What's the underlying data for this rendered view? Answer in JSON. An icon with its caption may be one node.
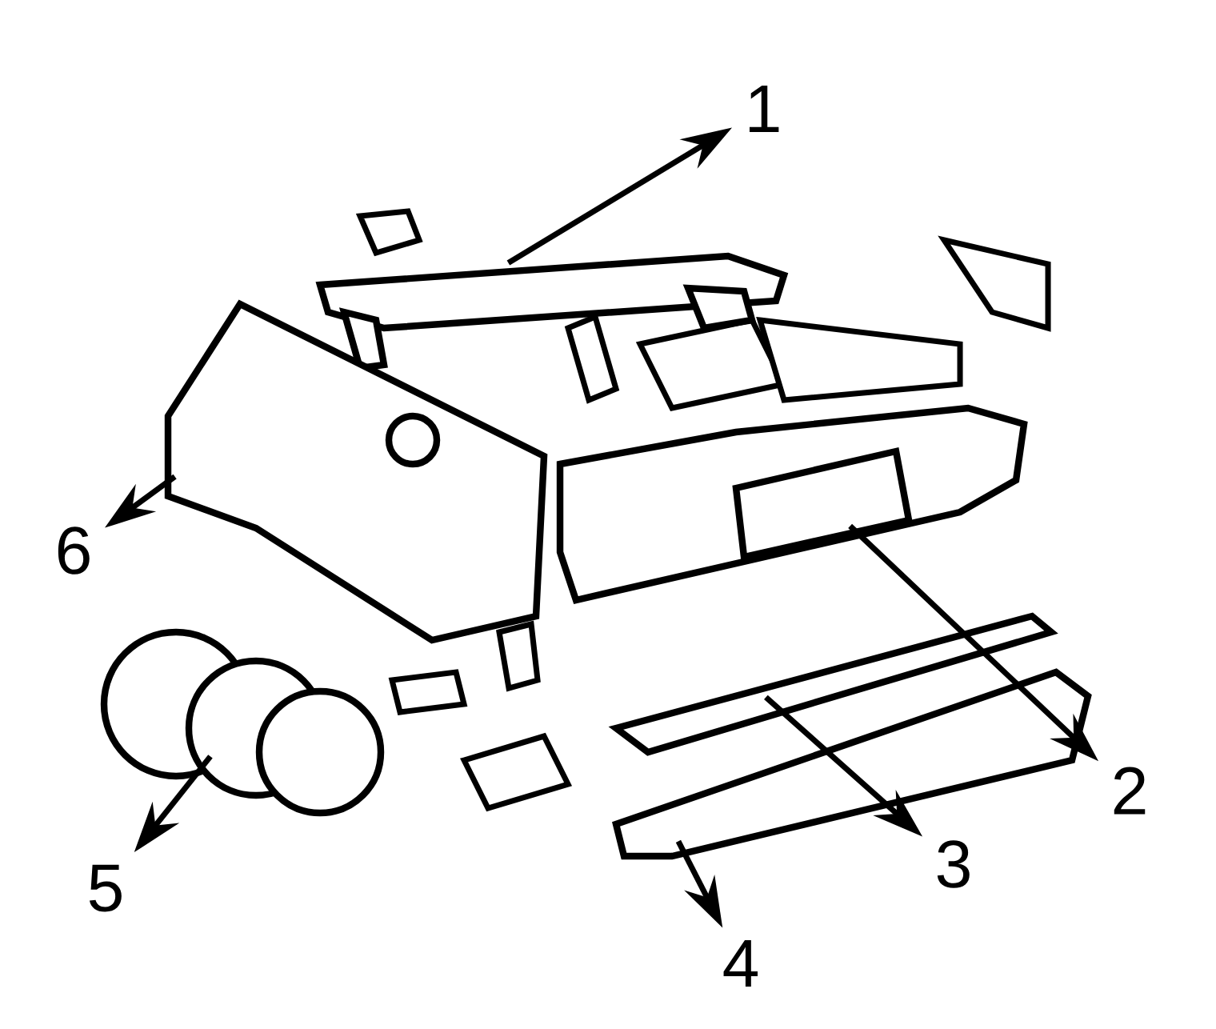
{
  "diagram": {
    "nodes": [
      {
        "text": [
          "1"
        ]
      },
      {
        "text": [
          "2"
        ]
      },
      {
        "text": [
          "3"
        ]
      },
      {
        "text": [
          "4"
        ]
      },
      {
        "text": [
          "5"
        ]
      },
      {
        "text": [
          "6"
        ]
      },
      {
        "text": [],
        "shape": "picture"
      },
      {
        "text": [],
        "shape": "picture"
      },
      {
        "text": [],
        "shape": "picture"
      },
      {
        "text": [],
        "shape": "picture"
      },
      {
        "text": [],
        "shape": "picture"
      },
      {
        "text": [],
        "shape": "picture"
      }
    ],
    "edges": [
      {
        "from": 6,
        "to": 0,
        "arrow": "to"
      },
      {
        "from": 7,
        "to": 1,
        "arrow": "to"
      },
      {
        "from": 8,
        "to": 2,
        "arrow": "to"
      },
      {
        "from": 9,
        "to": 3,
        "arrow": "to"
      },
      {
        "from": 10,
        "to": 4,
        "arrow": "to"
      },
      {
        "from": 11,
        "to": 5,
        "arrow": "to"
      }
    ]
  }
}
